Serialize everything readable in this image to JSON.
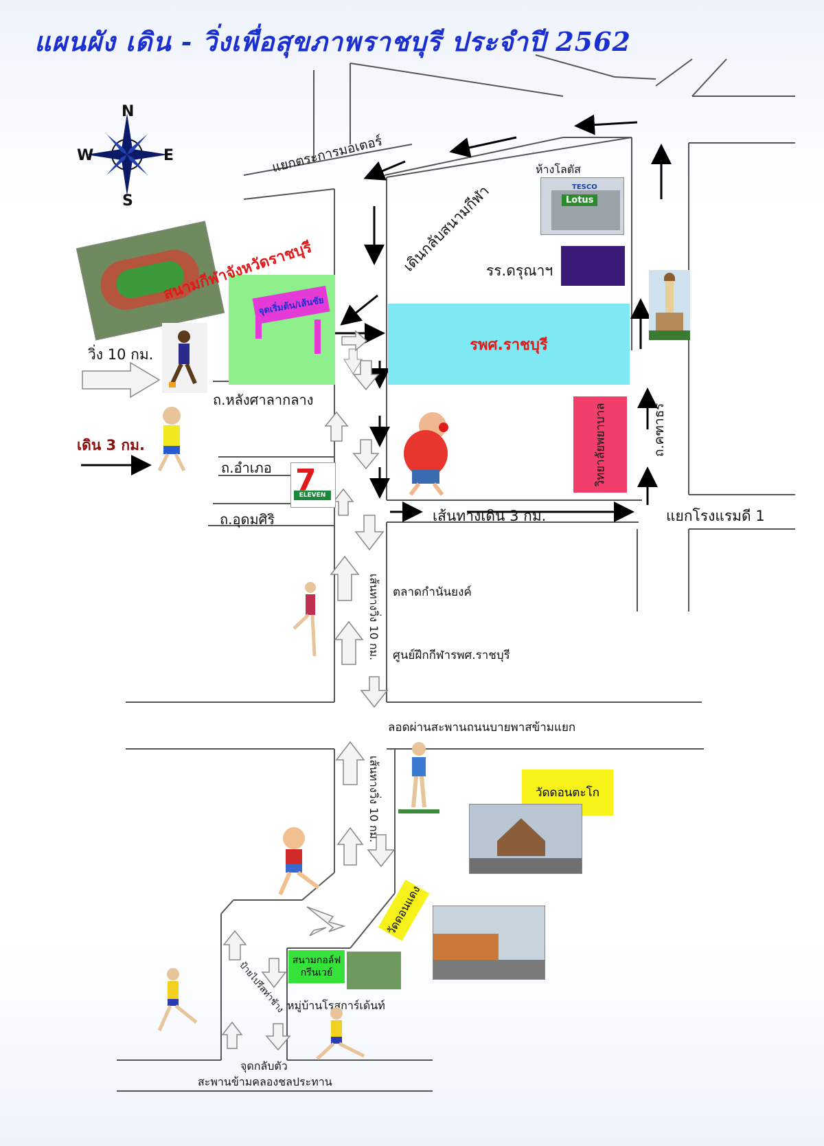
{
  "title": "แผนผัง เดิน - วิ่งเพื่อสุขภาพราชบุรี ประจำปี 2562",
  "compass": {
    "n": "N",
    "s": "S",
    "e": "E",
    "w": "W"
  },
  "labels": {
    "motor_junction": "แยกตระการมอเตอร์",
    "walk_back": "เดินกลับสนามกีฬา",
    "lotus_mall": "ห้างโลตัส",
    "lotus_sign_top": "TESCO",
    "lotus_sign": "Lotus",
    "darunee_school": "รร.ดรุณาฯ",
    "stadium": "สนามกีฬาจังหวัดราชบุรี",
    "start_finish": "จุดเริ่มต้น/เส้นชัย",
    "hospital": "รพศ.ราชบุรี",
    "nursing_college": "วิทยาลัยพยาบาล",
    "run_10": "วิ่ง 10 กม.",
    "walk_3": "เดิน 3 กม.",
    "rd_lang_sala": "ถ.หลังศาลากลาง",
    "rd_amphoe": "ถ.อำเภอ",
    "rd_udomsiri": "ถ.อุดมศิริ",
    "rd_khattathon": "ถ.คฑาธร",
    "walk_route": "เส้นทางเดิน 3 กม.",
    "hotel_junction": "แยกโรงแรมดี 1",
    "run_route": "เส้นทางวิ่ง 10 กม.",
    "market": "ตลาดกำนันยงค์",
    "training_center": "ศูนย์ฝึกกีฬารพศ.ราชบุรี",
    "underpass": "ลอดผ่านสะพานถนนบายพาสข้ามแยก",
    "wat_don_tako": "วัดดอนตะโก",
    "wat_don_daeng": "วัดดอนแดง",
    "bus_stop": "ป้ายไปรีสท่าช้าง",
    "golf_course": "สนามกอล์ฟ\nกรีนเวย์",
    "village": "หมู่บ้านโรสการ์เด้นท์",
    "turnaround": "จุดกลับตัว",
    "canal_bridge": "สะพานข้ามคลองชลประทาน",
    "seven_eleven": "ELEVEN"
  },
  "colors": {
    "title": "#1b2fd0",
    "hospital": "#7fe9f3",
    "school": "#3b1a7a",
    "nursing": "#f23e6b",
    "stadium_zone": "#8ef08a",
    "start_sign": "#e43ad6",
    "wat_label": "#f6f21a",
    "golf_label": "#34e23a",
    "stadium_text": "#e01a1a"
  },
  "icons": [
    "compass-rose-icon",
    "runner-icon",
    "walker-icon",
    "seven-eleven-logo-icon",
    "clock-tower-icon"
  ]
}
